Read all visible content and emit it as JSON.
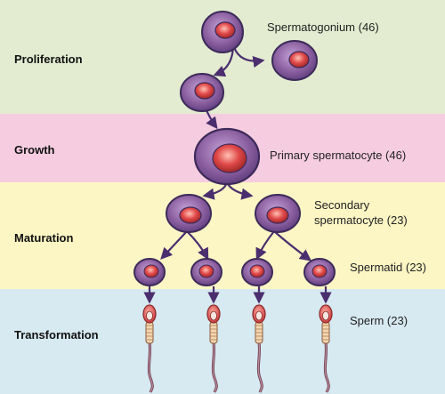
{
  "colors": {
    "proliferation_band": "#e3ecd1",
    "growth_band": "#f6cde0",
    "maturation_band": "#fbf6c4",
    "transformation_band": "#d7e9f1",
    "cell_body": "#8b5f9f",
    "cell_outline": "#3d2a5a",
    "nucleus": "#e04848",
    "arrow": "#4a2e6e",
    "sperm_tail": "#b98a98"
  },
  "stages": {
    "proliferation": "Proliferation",
    "growth": "Growth",
    "maturation": "Maturation",
    "transformation": "Transformation"
  },
  "cells": {
    "spermatogonium": "Spermatogonium (46)",
    "primary_spermatocyte": "Primary spermatocyte (46)",
    "secondary_spermatocyte_line1": "Secondary",
    "secondary_spermatocyte_line2": "spermatocyte (23)",
    "spermatid": "Spermatid (23)",
    "sperm": "Sperm (23)"
  }
}
